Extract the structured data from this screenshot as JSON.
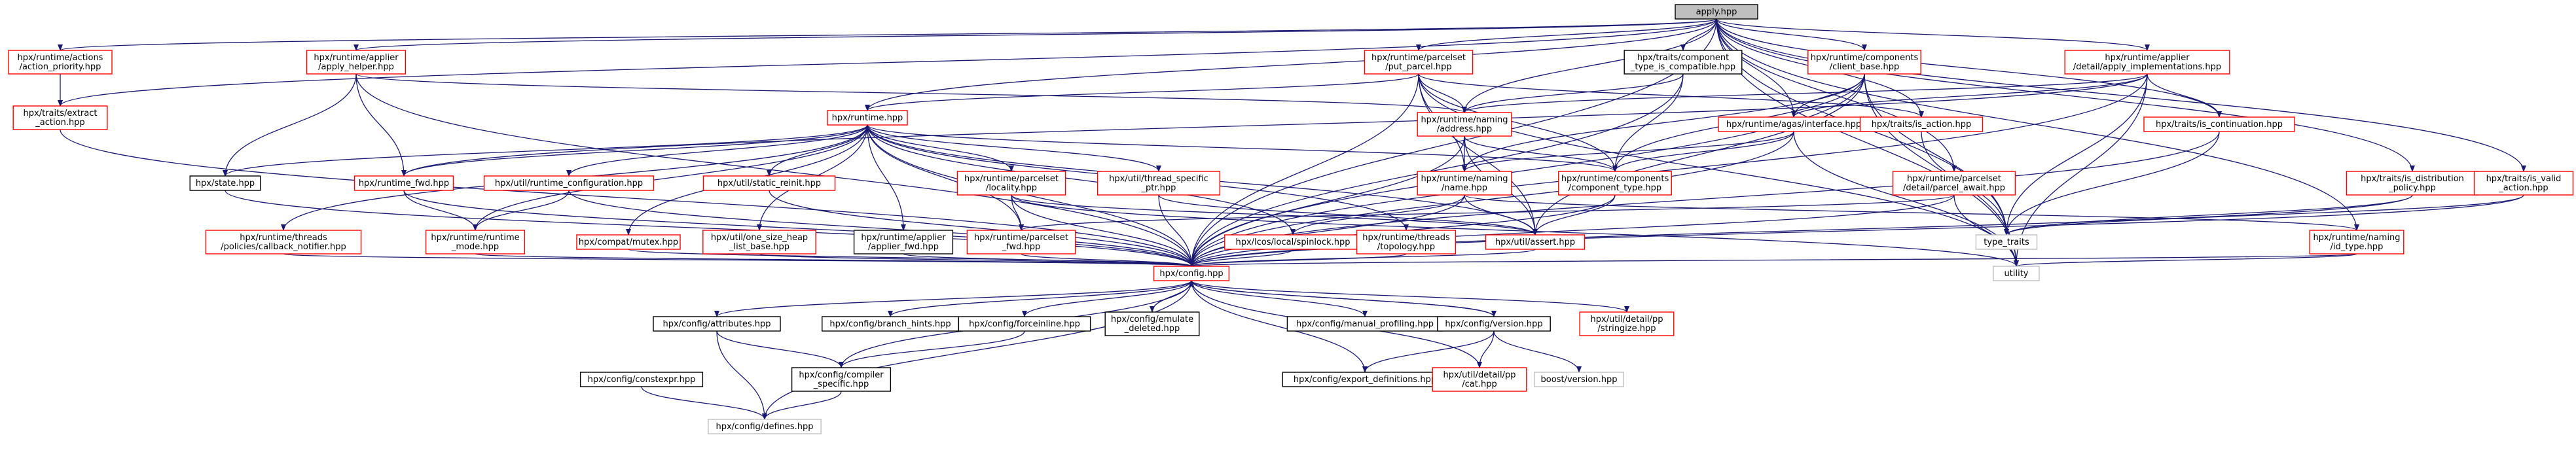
{
  "colors": {
    "edge": "#191970",
    "node_border_linked": "#ff0000",
    "node_border_plain": "#000000",
    "node_border_external": "#bfbfbf",
    "root_fill": "#bfbfbf",
    "node_fill": "#ffffff",
    "text": "#000000"
  },
  "nodes": {
    "apply": {
      "lines": [
        "apply.hpp"
      ],
      "style": "root"
    },
    "action_priority": {
      "lines": [
        "hpx/runtime/actions",
        "/action_priority.hpp"
      ],
      "style": "linked"
    },
    "apply_helper": {
      "lines": [
        "hpx/runtime/applier",
        "/apply_helper.hpp"
      ],
      "style": "linked"
    },
    "extract_action": {
      "lines": [
        "hpx/traits/extract",
        "_action.hpp"
      ],
      "style": "linked"
    },
    "runtime": {
      "lines": [
        "hpx/runtime.hpp"
      ],
      "style": "linked"
    },
    "put_parcel": {
      "lines": [
        "hpx/runtime/parcelset",
        "/put_parcel.hpp"
      ],
      "style": "linked"
    },
    "component_type_is_compatible": {
      "lines": [
        "hpx/traits/component",
        "_type_is_compatible.hpp"
      ],
      "style": "plain"
    },
    "client_base": {
      "lines": [
        "hpx/runtime/components",
        "/client_base.hpp"
      ],
      "style": "linked"
    },
    "apply_implementations": {
      "lines": [
        "hpx/runtime/applier",
        "/detail/apply_implementations.hpp"
      ],
      "style": "linked"
    },
    "state": {
      "lines": [
        "hpx/state.hpp"
      ],
      "style": "plain"
    },
    "runtime_fwd": {
      "lines": [
        "hpx/runtime_fwd.hpp"
      ],
      "style": "linked"
    },
    "callback_notifier": {
      "lines": [
        "hpx/runtime/threads",
        "/policies/callback_notifier.hpp"
      ],
      "style": "linked"
    },
    "runtime_configuration": {
      "lines": [
        "hpx/util/runtime_configuration.hpp"
      ],
      "style": "linked"
    },
    "runtime_mode": {
      "lines": [
        "hpx/runtime/runtime",
        "_mode.hpp"
      ],
      "style": "linked"
    },
    "compat_mutex": {
      "lines": [
        "hpx/compat/mutex.hpp"
      ],
      "style": "linked"
    },
    "static_reinit": {
      "lines": [
        "hpx/util/static_reinit.hpp"
      ],
      "style": "linked"
    },
    "one_size_heap": {
      "lines": [
        "hpx/util/one_size_heap",
        "_list_base.hpp"
      ],
      "style": "linked"
    },
    "applier_fwd": {
      "lines": [
        "hpx/runtime/applier",
        "/applier_fwd.hpp"
      ],
      "style": "plain"
    },
    "locality": {
      "lines": [
        "hpx/runtime/parcelset",
        "/locality.hpp"
      ],
      "style": "linked"
    },
    "parcelset_fwd": {
      "lines": [
        "hpx/runtime/parcelset",
        "_fwd.hpp"
      ],
      "style": "linked"
    },
    "thread_specific_ptr": {
      "lines": [
        "hpx/util/thread_specific",
        "_ptr.hpp"
      ],
      "style": "linked"
    },
    "spinlock": {
      "lines": [
        "hpx/lcos/local/spinlock.hpp"
      ],
      "style": "linked"
    },
    "topology": {
      "lines": [
        "hpx/runtime/threads",
        "/topology.hpp"
      ],
      "style": "linked"
    },
    "naming_address": {
      "lines": [
        "hpx/runtime/naming",
        "/address.hpp"
      ],
      "style": "linked"
    },
    "naming_name": {
      "lines": [
        "hpx/runtime/naming",
        "/name.hpp"
      ],
      "style": "linked"
    },
    "component_type": {
      "lines": [
        "hpx/runtime/components",
        "/component_type.hpp"
      ],
      "style": "linked"
    },
    "agas_interface": {
      "lines": [
        "hpx/runtime/agas/interface.hpp"
      ],
      "style": "linked"
    },
    "is_action": {
      "lines": [
        "hpx/traits/is_action.hpp"
      ],
      "style": "linked"
    },
    "parcel_await": {
      "lines": [
        "hpx/runtime/parcelset",
        "/detail/parcel_await.hpp"
      ],
      "style": "linked"
    },
    "util_assert": {
      "lines": [
        "hpx/util/assert.hpp"
      ],
      "style": "linked"
    },
    "is_continuation": {
      "lines": [
        "hpx/traits/is_continuation.hpp"
      ],
      "style": "linked"
    },
    "is_distribution_policy": {
      "lines": [
        "hpx/traits/is_distribution",
        "_policy.hpp"
      ],
      "style": "linked"
    },
    "is_valid_action": {
      "lines": [
        "hpx/traits/is_valid",
        "_action.hpp"
      ],
      "style": "linked"
    },
    "id_type": {
      "lines": [
        "hpx/runtime/naming",
        "/id_type.hpp"
      ],
      "style": "linked"
    },
    "type_traits": {
      "lines": [
        "type_traits"
      ],
      "style": "external"
    },
    "utility": {
      "lines": [
        "utility"
      ],
      "style": "external"
    },
    "config": {
      "lines": [
        "hpx/config.hpp"
      ],
      "style": "linked"
    },
    "attributes": {
      "lines": [
        "hpx/config/attributes.hpp"
      ],
      "style": "plain"
    },
    "branch_hints": {
      "lines": [
        "hpx/config/branch_hints.hpp"
      ],
      "style": "plain"
    },
    "forceinline": {
      "lines": [
        "hpx/config/forceinline.hpp"
      ],
      "style": "plain"
    },
    "emulate_deleted": {
      "lines": [
        "hpx/config/emulate",
        "_deleted.hpp"
      ],
      "style": "plain"
    },
    "manual_profiling": {
      "lines": [
        "hpx/config/manual_profiling.hpp"
      ],
      "style": "plain"
    },
    "version": {
      "lines": [
        "hpx/config/version.hpp"
      ],
      "style": "plain"
    },
    "stringize": {
      "lines": [
        "hpx/util/detail/pp",
        "/stringize.hpp"
      ],
      "style": "linked"
    },
    "constexpr": {
      "lines": [
        "hpx/config/constexpr.hpp"
      ],
      "style": "plain"
    },
    "compiler_specific": {
      "lines": [
        "hpx/config/compiler",
        "_specific.hpp"
      ],
      "style": "plain"
    },
    "export_definitions": {
      "lines": [
        "hpx/config/export_definitions.hpp"
      ],
      "style": "plain"
    },
    "pp_cat": {
      "lines": [
        "hpx/util/detail/pp",
        "/cat.hpp"
      ],
      "style": "linked"
    },
    "boost_version": {
      "lines": [
        "boost/version.hpp"
      ],
      "style": "external"
    },
    "defines": {
      "lines": [
        "hpx/config/defines.hpp"
      ],
      "style": "external"
    }
  }
}
